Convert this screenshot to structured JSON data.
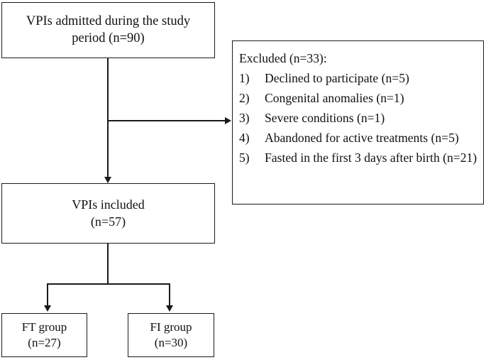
{
  "diagram": {
    "title": "VPI study participant flow diagram",
    "line_color": "#1a1a1a",
    "background": "#ffffff"
  },
  "nodes": {
    "admitted": {
      "line1": "VPIs admitted during the study",
      "line2": "period (n=90)"
    },
    "included": {
      "line1": "VPIs included",
      "line2": "(n=57)"
    },
    "ft_group": {
      "line1": "FT group",
      "line2": "(n=27)"
    },
    "fi_group": {
      "line1": "FI group",
      "line2": "(n=30)"
    },
    "excluded": {
      "title": "Excluded (n=33):",
      "items": [
        {
          "num": "1)",
          "text": "Declined to participate (n=5)"
        },
        {
          "num": "2)",
          "text": "Congenital anomalies (n=1)"
        },
        {
          "num": "3)",
          "text": "Severe conditions (n=1)"
        },
        {
          "num": "4)",
          "text": "Abandoned for active treatments (n=5)"
        },
        {
          "num": "5)",
          "text": "Fasted in the first 3 days after birth (n=21)"
        }
      ]
    }
  }
}
